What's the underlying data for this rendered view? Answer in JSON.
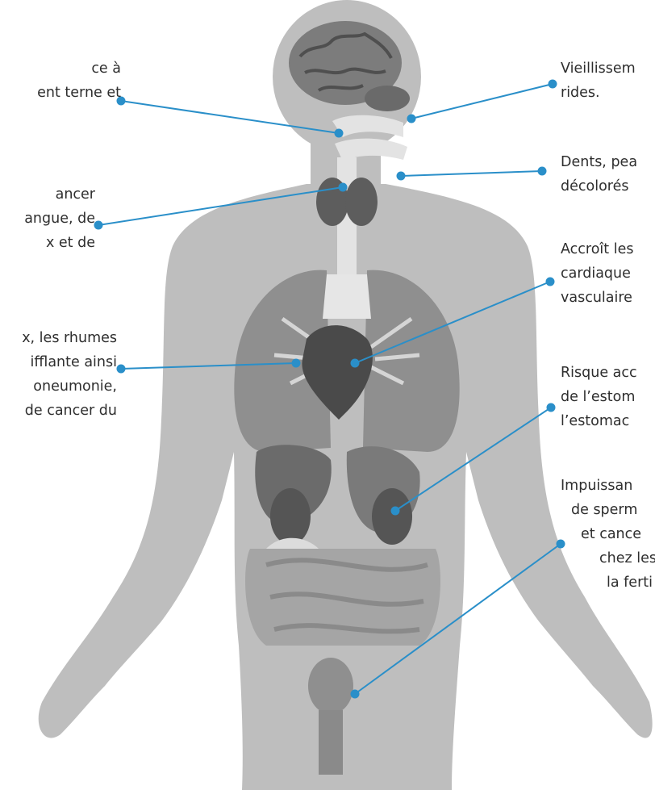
{
  "colors": {
    "body_silhouette": "#bebebe",
    "organ_light": "#e3e3e3",
    "organ_mid": "#9a9a9a",
    "organ_dark": "#5d5d5d",
    "callout_line": "#2a8fc9",
    "text": "#2e2e2e"
  },
  "annotations": {
    "brain": {
      "lines": [
        "ce à",
        "ent terne et"
      ]
    },
    "throat": {
      "lines": [
        "ancer",
        "angue, de",
        "x et de"
      ]
    },
    "lungs": {
      "lines": [
        "x, les rhumes",
        "ifflante ainsi",
        "oneumonie,",
        "de cancer du"
      ]
    },
    "face": {
      "lines": [
        "Vieillissem",
        "rides."
      ]
    },
    "mouth": {
      "lines": [
        "Dents, pea",
        "décolorés"
      ]
    },
    "heart": {
      "lines": [
        "Accroît les",
        "cardiaque",
        "vasculaire"
      ]
    },
    "stomach": {
      "lines": [
        "Risque acc",
        "de l’estom",
        "l’estomac"
      ]
    },
    "reproductive": {
      "lines": [
        "Impuissan",
        "de sperm",
        "et cance",
        "chez les",
        "la ferti"
      ]
    }
  }
}
